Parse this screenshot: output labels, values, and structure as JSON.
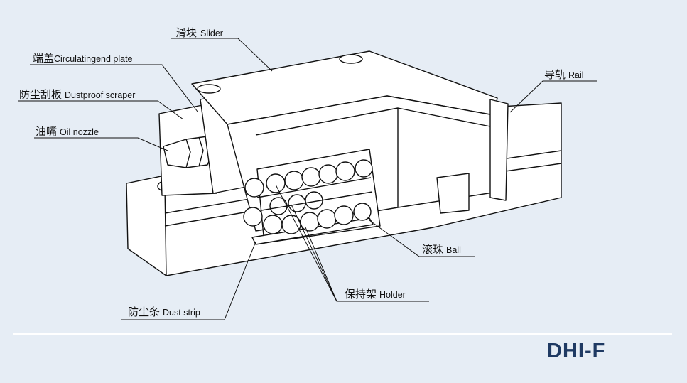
{
  "labels": [
    {
      "id": "slider",
      "cn": "滑块",
      "en": "Slider"
    },
    {
      "id": "endplate",
      "cn": "端盖",
      "en": "Circulatingend plate"
    },
    {
      "id": "scraper",
      "cn": "防尘刮板",
      "en": "Dustproof scraper"
    },
    {
      "id": "nozzle",
      "cn": "油嘴",
      "en": "Oil nozzle"
    },
    {
      "id": "rail",
      "cn": "导轨",
      "en": "Rail"
    },
    {
      "id": "ball",
      "cn": "滚珠",
      "en": "Ball"
    },
    {
      "id": "holder",
      "cn": "保持架",
      "en": "Holder"
    },
    {
      "id": "duststrip",
      "cn": "防尘条",
      "en": "Dust strip"
    }
  ],
  "model": "DHI-F",
  "colors": {
    "background": "#e6edf5",
    "line": "#111111",
    "model_text": "#1f3a63"
  }
}
